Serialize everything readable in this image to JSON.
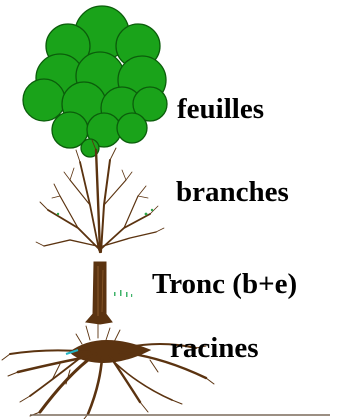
{
  "labels": {
    "leaves": "feuilles",
    "branches": "branches",
    "trunk": "Tronc (b+e)",
    "roots": "racines"
  },
  "colors": {
    "leaf_fill": "#1aa31a",
    "leaf_edge": "#0b5d0b",
    "wood": "#5b3310",
    "trunk_light": "#8a5a2b",
    "ground": "#7a6a5a",
    "text": "#000000",
    "accent_cyan": "#22b5c4"
  }
}
